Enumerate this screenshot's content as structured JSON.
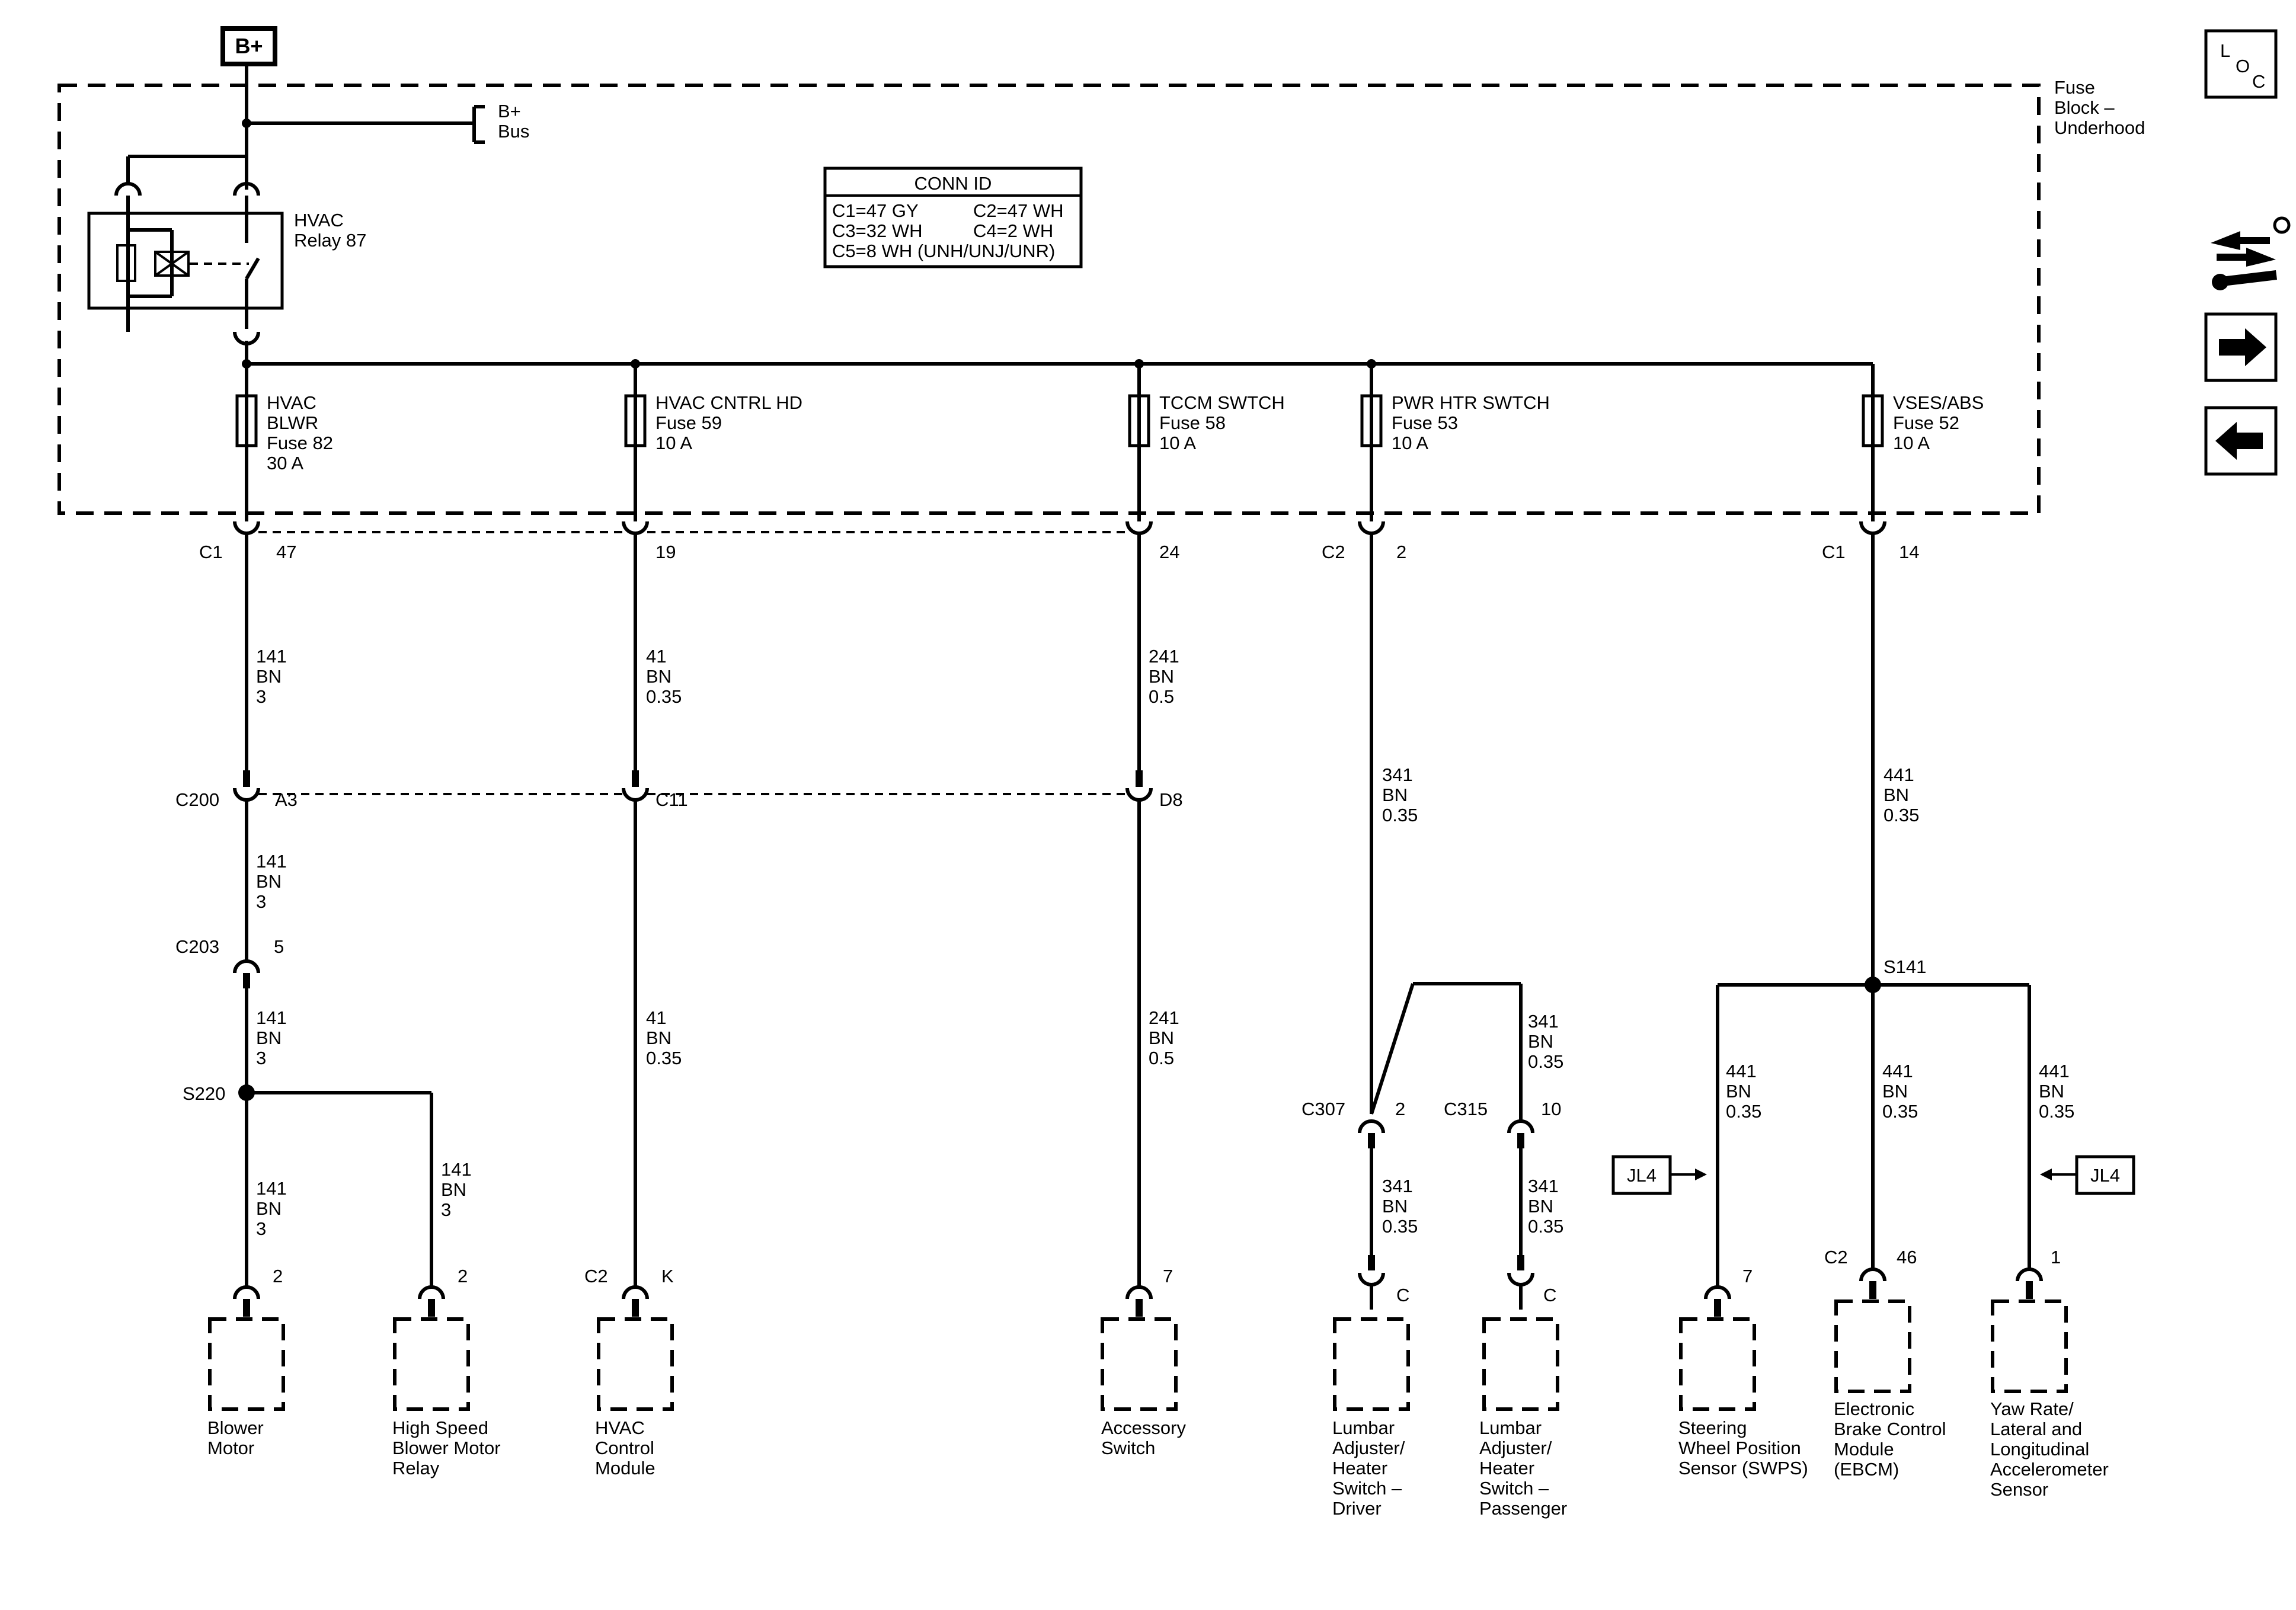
{
  "power": {
    "source": "B+",
    "bus_line1": "B+",
    "bus_line2": "Bus"
  },
  "fuse_block": {
    "title_line1": "Fuse",
    "title_line2": "Block –",
    "title_line3": "Underhood"
  },
  "relay": {
    "name_line1": "HVAC",
    "name_line2": "Relay 87"
  },
  "conn_id": {
    "title": "CONN ID",
    "row1_left": "C1=47 GY",
    "row1_right": "C2=47 WH",
    "row2_left": "C3=32 WH",
    "row2_right": "C4=2 WH",
    "row3": "C5=8 WH (UNH/UNJ/UNR)"
  },
  "fuses": [
    {
      "line1": "HVAC",
      "line2": "BLWR",
      "line3": "Fuse 82",
      "line4": "30 A"
    },
    {
      "line1": "HVAC CNTRL HD",
      "line2": "Fuse 59",
      "line3": "10 A"
    },
    {
      "line1": "TCCM SWTCH",
      "line2": "Fuse 58",
      "line3": "10 A"
    },
    {
      "line1": "PWR HTR SWTCH",
      "line2": "Fuse 53",
      "line3": "10 A"
    },
    {
      "line1": "VSES/ABS",
      "line2": "Fuse 52",
      "line3": "10 A"
    }
  ],
  "connectors": {
    "c1_a": "C1",
    "c1_a_pin": "47",
    "p19": "19",
    "p24": "24",
    "c2_a": "C2",
    "c2_a_pin": "2",
    "c1_b": "C1",
    "c1_b_pin": "14",
    "c200": "C200",
    "a3": "A3",
    "c11": "C11",
    "d8": "D8",
    "c203": "C203",
    "c203_pin": "5",
    "c307": "C307",
    "c307_pin": "2",
    "c315": "C315",
    "c315_pin": "10",
    "blower_pin": "2",
    "hs_pin": "2",
    "hvac_mod_conn": "C2",
    "hvac_mod_pin": "K",
    "acc_pin": "7",
    "lumbar_d_pin": "C",
    "lumbar_p_pin": "C",
    "swps_pin": "7",
    "ebcm_conn": "C2",
    "ebcm_pin": "46",
    "yaw_pin": "1"
  },
  "splices": {
    "s220": "S220",
    "s141": "S141"
  },
  "wires": {
    "w141_1": [
      "141",
      "BN",
      "3"
    ],
    "w41_1": [
      "41",
      "BN",
      "0.35"
    ],
    "w241_1": [
      "241",
      "BN",
      "0.5"
    ],
    "w341_1": [
      "341",
      "BN",
      "0.35"
    ],
    "w441_1": [
      "441",
      "BN",
      "0.35"
    ],
    "w141_2": [
      "141",
      "BN",
      "3"
    ],
    "w141_3": [
      "141",
      "BN",
      "3"
    ],
    "w41_2": [
      "41",
      "BN",
      "0.35"
    ],
    "w241_2": [
      "241",
      "BN",
      "0.5"
    ],
    "w341_2": [
      "341",
      "BN",
      "0.35"
    ],
    "w141_4": [
      "141",
      "BN",
      "3"
    ],
    "w141_5": [
      "141",
      "BN",
      "3"
    ],
    "w441_2": [
      "441",
      "BN",
      "0.35"
    ],
    "w441_3": [
      "441",
      "BN",
      "0.35"
    ],
    "w441_4": [
      "441",
      "BN",
      "0.35"
    ],
    "w341_3": [
      "341",
      "BN",
      "0.35"
    ],
    "w341_4": [
      "341",
      "BN",
      "0.35"
    ]
  },
  "refs": {
    "jl4_left": "JL4",
    "jl4_right": "JL4"
  },
  "components": {
    "blower": [
      "Blower",
      "Motor"
    ],
    "hs_relay": [
      "High Speed",
      "Blower Motor",
      "Relay"
    ],
    "hvac_module": [
      "HVAC",
      "Control",
      "Module"
    ],
    "accessory": [
      "Accessory",
      "Switch"
    ],
    "lumbar_driver": [
      "Lumbar",
      "Adjuster/",
      "Heater",
      "Switch –",
      "Driver"
    ],
    "lumbar_pass": [
      "Lumbar",
      "Adjuster/",
      "Heater",
      "Switch –",
      "Passenger"
    ],
    "swps": [
      "Steering",
      "Wheel Position",
      "Sensor (SWPS)"
    ],
    "ebcm": [
      "Electronic",
      "Brake Control",
      "Module",
      "(EBCM)"
    ],
    "yaw": [
      "Yaw Rate/",
      "Lateral and",
      "Longitudinal",
      "Accelerometer",
      "Sensor"
    ]
  },
  "side_icons": {
    "loc": {
      "l": "L",
      "o": "O",
      "c": "C"
    },
    "tools_icon": "wrench-arrows-icon",
    "next_icon": "arrow-right-icon",
    "prev_icon": "arrow-left-icon"
  }
}
